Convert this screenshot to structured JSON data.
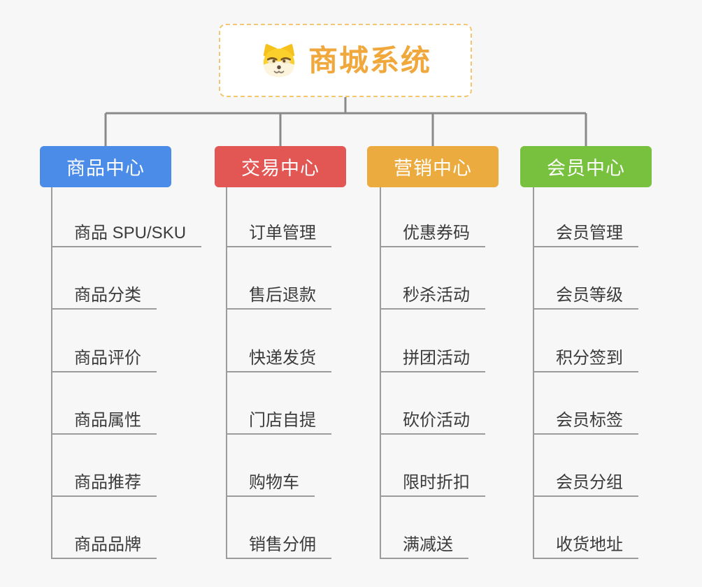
{
  "canvas": {
    "background": "#f7f7f7",
    "connector_color": "#8a8a8a",
    "underline_color": "#9c9c9c",
    "item_text_color": "#3b3b3b"
  },
  "root": {
    "title": "商城系统",
    "icon": "shiba-dog-icon",
    "text_color": "#f0a73b",
    "border_color": "#f4c671",
    "background": "#ffffff"
  },
  "branches": [
    {
      "label": "商品中心",
      "color": "#4a8ce8",
      "items": [
        "商品 SPU/SKU",
        "商品分类",
        "商品评价",
        "商品属性",
        "商品推荐",
        "商品品牌"
      ]
    },
    {
      "label": "交易中心",
      "color": "#e25653",
      "items": [
        "订单管理",
        "售后退款",
        "快递发货",
        "门店自提",
        "购物车",
        "销售分佣"
      ]
    },
    {
      "label": "营销中心",
      "color": "#ecab3e",
      "items": [
        "优惠券码",
        "秒杀活动",
        "拼团活动",
        "砍价活动",
        "限时折扣",
        "满减送"
      ]
    },
    {
      "label": "会员中心",
      "color": "#77c13e",
      "items": [
        "会员管理",
        "会员等级",
        "积分签到",
        "会员标签",
        "会员分组",
        "收货地址"
      ]
    }
  ]
}
